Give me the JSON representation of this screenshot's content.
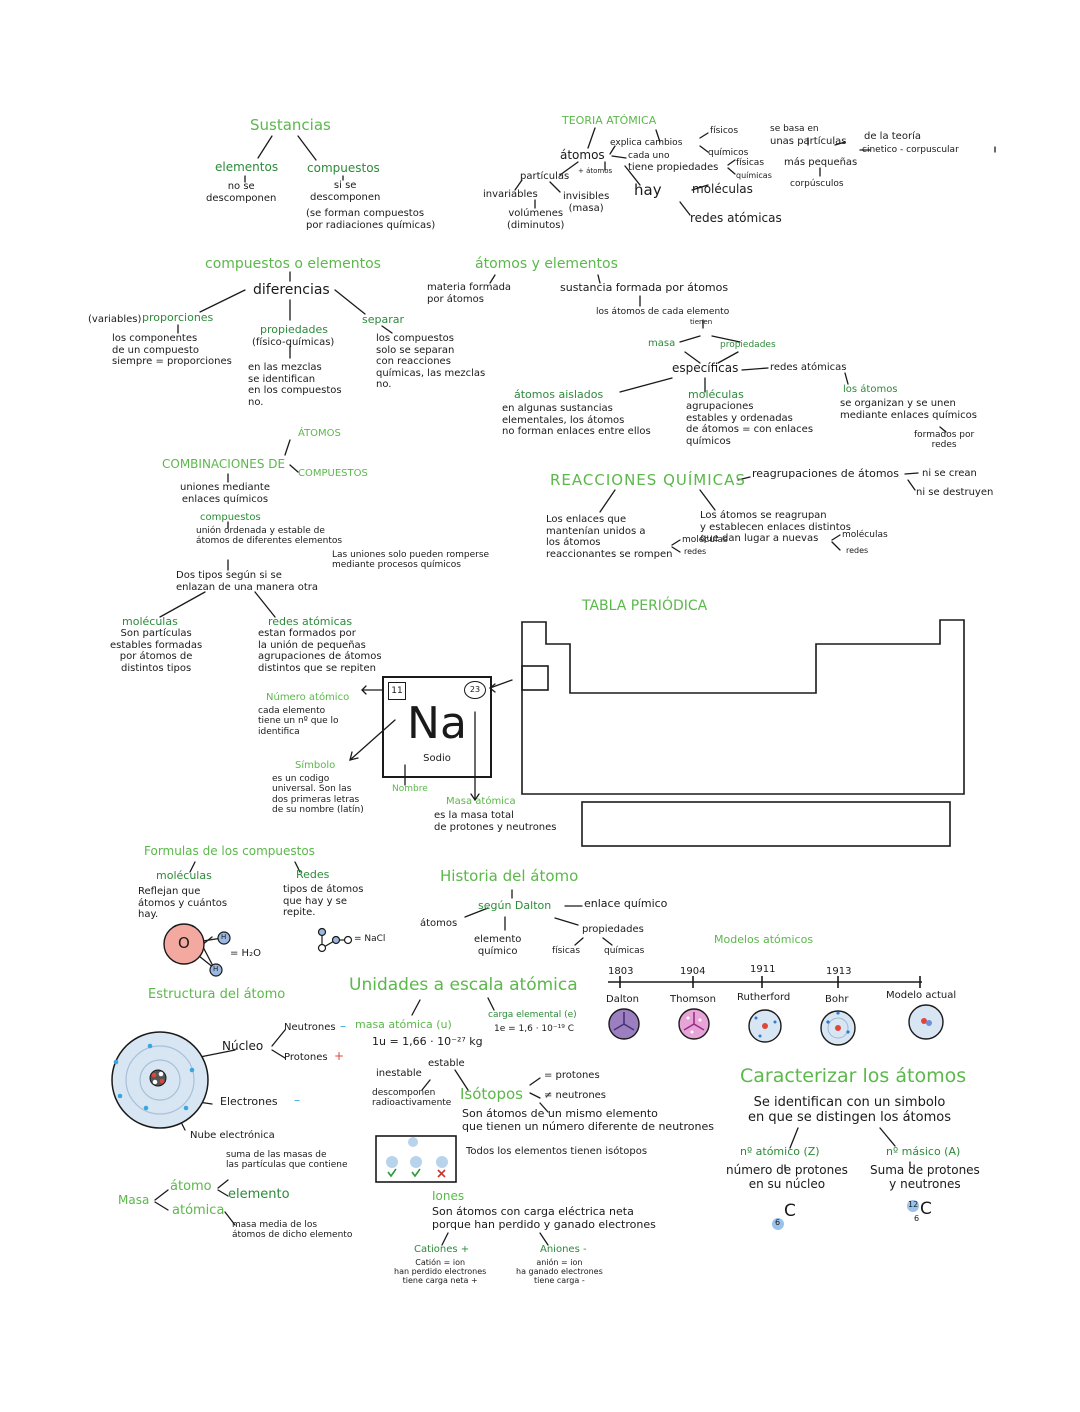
{
  "sustancias": {
    "title": "Sustancias",
    "elementos": "elementos",
    "elementos_desc": "no se\ndescomponen",
    "compuestos": "compuestos",
    "compuestos_desc": "si se\ndescomponen",
    "compuestos_note": "(se forman compuestos\npor radiaciones químicas)"
  },
  "teoria": {
    "title": "TEORIA ATÓMICA",
    "explica": "explica cambios",
    "fisicos": "físicos",
    "quimicos": "químicos",
    "atomos": "átomos",
    "cada_uno": "cada uno",
    "tiene_prop": "tiene propiedades",
    "fisicas": "físicas",
    "quimicas": "químicas",
    "particulas": "partículas",
    "atomos_small": "+ átomos",
    "invariables": "invariables",
    "invisibles": "invisibles\n(masa)",
    "volumenes": "volúmenes\n(diminutos)",
    "hay": "hay",
    "moleculas": "moléculas",
    "redes": "redes atómicas",
    "se_basa": "se basa en",
    "unas_particulas": "unas partículas",
    "de_la_teoria": "de la teoría",
    "cinetico": "cinetico - corpuscular",
    "mas_pequenas": "más pequeñas",
    "corpusculos": "corpúsculos"
  },
  "compuestos_elementos": {
    "title": "compuestos o elementos",
    "diferencias": "diferencias",
    "variables": "(variables)",
    "proporciones": "proporciones",
    "proporciones_desc": "los componentes\nde un compuesto\nsiempre = proporciones",
    "propiedades": "propiedades",
    "propiedades_sub": "(físico-químicas)",
    "propiedades_desc": "en las mezclas\nse identifican\nen los compuestos\nno.",
    "separar": "separar",
    "separar_desc": "los compuestos\nsolo se separan\ncon reacciones\nquímicas, las mezclas\nno."
  },
  "atomos_elementos": {
    "title": "átomos y elementos",
    "materia": "materia formada\npor átomos",
    "sustancia": "sustancia formada por átomos",
    "los_atomos": "los átomos de cada elemento",
    "tienen": "tienen",
    "masa": "masa",
    "propiedades": "propiedades",
    "especificas": "específicas",
    "redes": "redes atómicas",
    "aislados": "átomos aislados",
    "aislados_desc": "en algunas sustancias\nelementales, los átomos\nno forman enlaces entre ellos",
    "moleculas": "moléculas",
    "moleculas_desc": "agrupaciones\nestables y ordenadas\nde átomos = con enlaces\nquímicos",
    "los_atomos2": "los átomos",
    "organizan": "se organizan y se unen\nmediante enlaces químicos",
    "formados": "formados por\nredes"
  },
  "combinaciones": {
    "atomos": "ÁTOMOS",
    "title": "COMBINACIONES DE",
    "compuestos_label": "COMPUESTOS",
    "uniones": "uniones mediante\nenlaces químicos",
    "compuestos": "compuestos",
    "compuestos_desc": "unión ordenada y estable de\nátomos de diferentes elementos",
    "uniones_solo": "Las uniones solo pueden romperse\nmediante procesos químicos",
    "dos_tipos": "Dos tipos según si se\nenlazan de una manera otra",
    "moleculas": "moléculas",
    "moleculas_desc": "Son partículas\nestables formadas\npor átomos de\ndistintos tipos",
    "redes": "redes atómicas",
    "redes_desc": "estan formados por\nla unión de pequeñas\nagrupaciones de átomos\ndistintos que se repiten"
  },
  "reacciones": {
    "title": "REACCIONES QUÍMICAS",
    "reagrupaciones": "reagrupaciones de átomos",
    "ni_crean": "ni se crean",
    "ni_destruyen": "ni se destruyen",
    "enlaces": "Los enlaces que\nmantenían unidos a\nlos átomos\nreaccionantes se rompen",
    "moleculas": "moléculas",
    "redes": "redes",
    "reagrupan": "Los átomos se reagrupan\ny establecen enlaces distintos\nque dan lugar a nuevas",
    "moleculas2": "moléculas",
    "redes2": "redes"
  },
  "tabla": {
    "title": "TABLA PERIÓDICA"
  },
  "na_card": {
    "number": "11",
    "mass": "23",
    "symbol": "Na",
    "name": "Sodio",
    "numero_title": "Número atómico",
    "numero_desc": "cada elemento\ntiene un nº que lo\nidentifica",
    "simbolo_title": "Símbolo",
    "simbolo_desc": "es un codigo\nuniversal. Son las\ndos primeras letras\nde su nombre (latín)",
    "nombre": "Nombre",
    "masa_title": "Masa atómica",
    "masa_desc": "es la masa total\nde protones y neutrones"
  },
  "formulas": {
    "title": "Formulas de los compuestos",
    "moleculas": "moléculas",
    "moleculas_desc": "Reflejan que\nátomos y cuántos\nhay.",
    "redes": "Redes",
    "redes_desc": "tipos de átomos\nque hay y se\nrepite.",
    "o": "O",
    "h": "H",
    "h2o": "= H₂O",
    "nacl": "= NaCl"
  },
  "historia": {
    "title": "Historia del átomo",
    "dalton": "según Dalton",
    "enlace": "enlace químico",
    "atomos": "átomos",
    "elemento": "elemento\nquímico",
    "propiedades": "propiedades",
    "fisicas": "físicas",
    "quimicas": "químicas"
  },
  "modelos": {
    "title": "Modelos atómicos",
    "years": [
      "1803",
      "1904",
      "1911",
      "1913"
    ],
    "names": [
      "Dalton",
      "Thomson",
      "Rutherford",
      "Bohr",
      "Modelo actual"
    ]
  },
  "unidades": {
    "title": "Unidades a escala atómica",
    "masa": "masa atómica (u)",
    "masa_val": "1u = 1,66 · 10⁻²⁷ kg",
    "carga": "carga elemental (e)",
    "carga_val": "1e = 1,6 · 10⁻¹⁹ C"
  },
  "estructura": {
    "title": "Estructura del átomo",
    "nucleo": "Núcleo",
    "neutrones": "Neutrones",
    "neutrones_sign": "–",
    "protones": "Protones",
    "protones_sign": "+",
    "electrones": "Electrones",
    "electrones_sign": "–",
    "nube": "Nube electrónica"
  },
  "isotopos": {
    "inestable": "inestable",
    "estable": "estable",
    "descomponen": "descomponen\nradioactivamente",
    "title": "Isótopos",
    "protones": "= protones",
    "neutrones": "≠ neutrones",
    "desc": "Son átomos de un mismo elemento\nque tienen un número diferente de neutrones",
    "todos": "Todos los elementos tienen isótopos"
  },
  "masa_sec": {
    "masa": "Masa",
    "atomo": "átomo",
    "elemento": "elemento",
    "atomica": "atómica",
    "suma": "suma de las masas de\nlas partículas que contiene",
    "media": "masa media de los\nátomos de dicho elemento"
  },
  "iones": {
    "title": "Iones",
    "desc": "Son átomos con carga eléctrica neta\nporque han perdido y ganado electrones",
    "cationes": "Cationes +",
    "cationes_desc": "Catión = ion\nhan perdido electrones\ntiene carga neta +",
    "aniones": "Aniones -",
    "aniones_desc": "anión = ion\nha ganado electrones\ntiene carga -"
  },
  "caracterizar": {
    "title": "Caracterizar los átomos",
    "desc": "Se identifican con un simbolo\nen que se distingen los átomos",
    "z": "nº atómico (Z)",
    "z_desc": "número de protones\nen su núcleo",
    "a": "nº másico (A)",
    "a_desc": "Suma de protones\ny neutrones",
    "z_example": "6",
    "a_example": "12",
    "c_symbol": "C"
  }
}
